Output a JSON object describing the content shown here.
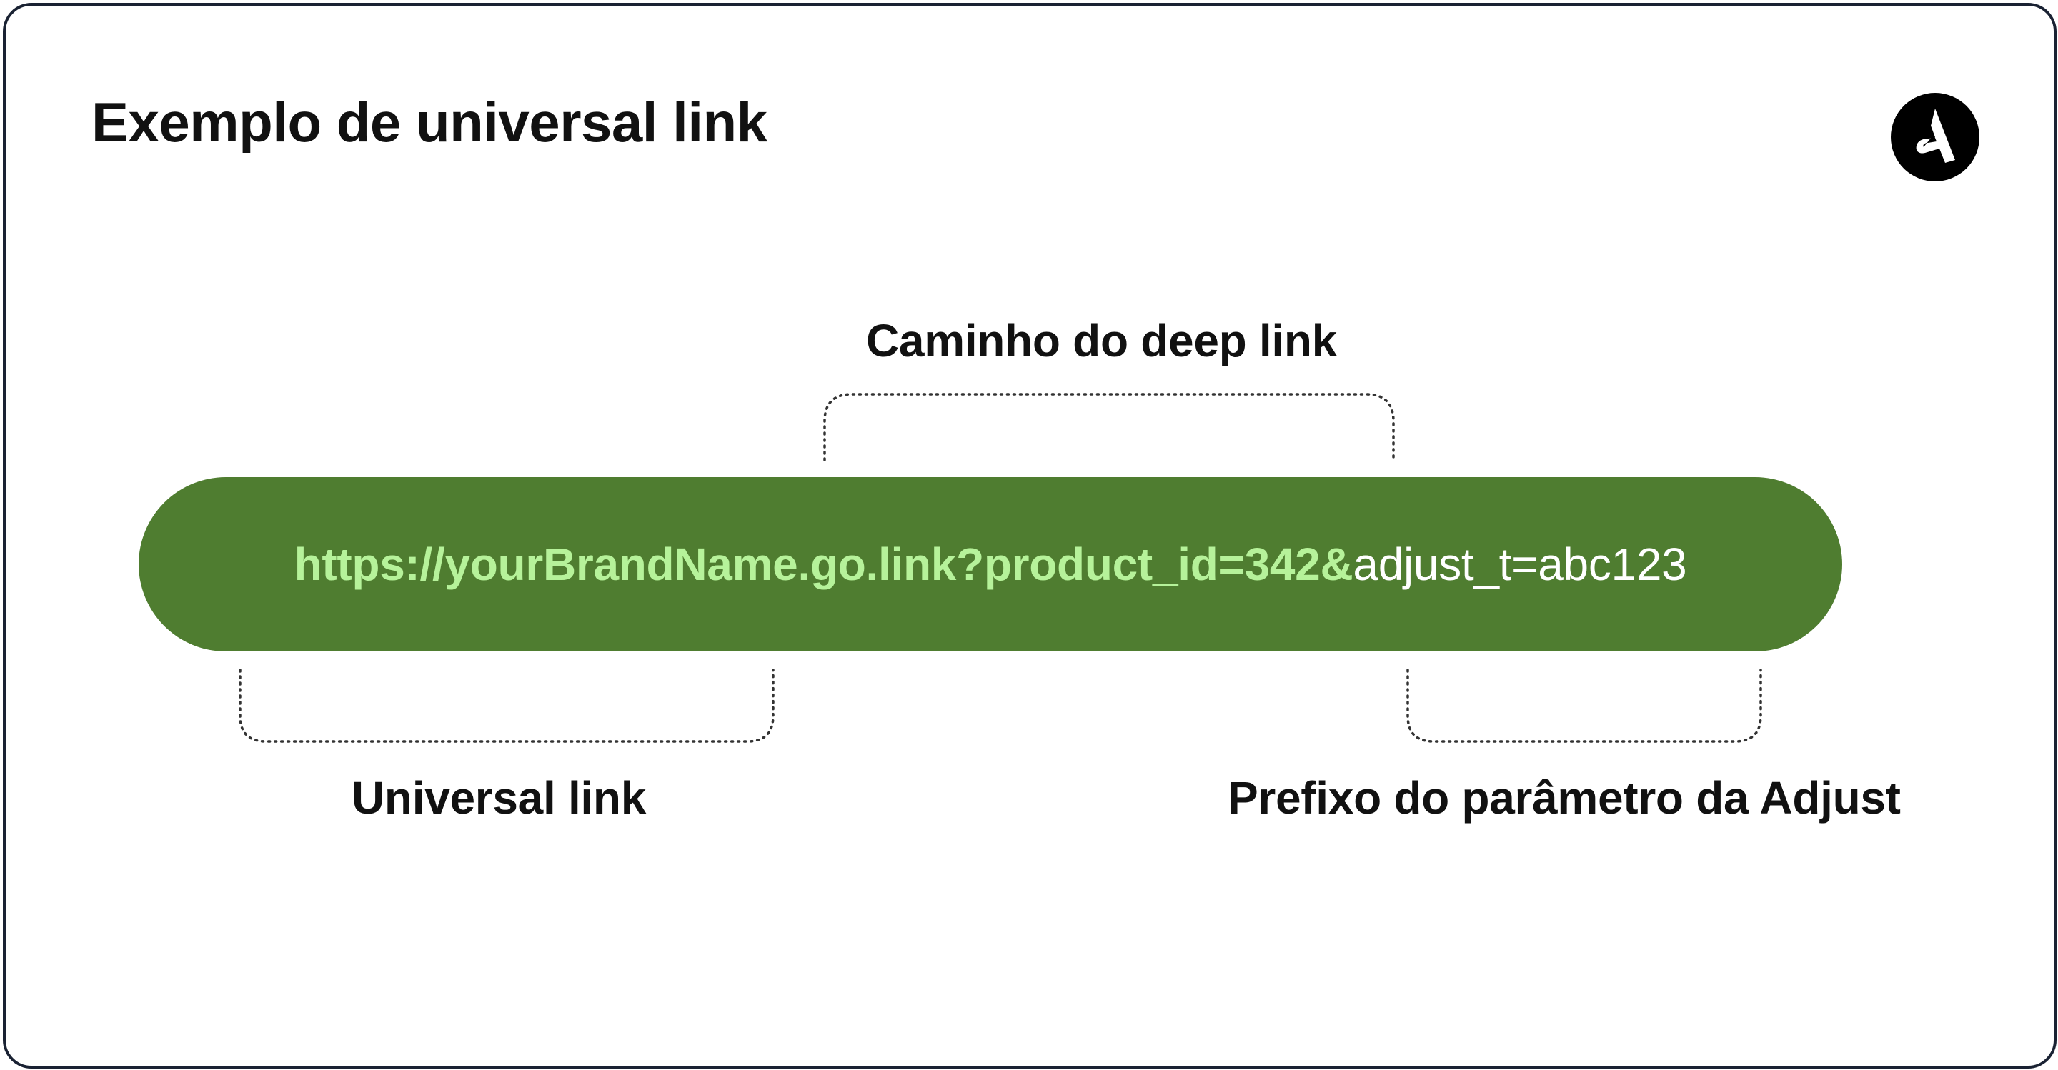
{
  "title": "Exemplo de universal link",
  "logo": {
    "icon": "adjust-logo-icon"
  },
  "labels": {
    "deep_link_path": "Caminho do deep link",
    "universal_link": "Universal link",
    "adjust_param_prefix": "Prefixo do parâmetro da Adjust"
  },
  "url": {
    "highlighted": "https://yourBrandName.go.link?product_id=342&",
    "plain": "adjust_t=abc123"
  },
  "colors": {
    "pill_background": "#4f7d30",
    "highlight_text": "#b6f29a",
    "plain_text": "#ffffff",
    "border": "#1a2233"
  }
}
